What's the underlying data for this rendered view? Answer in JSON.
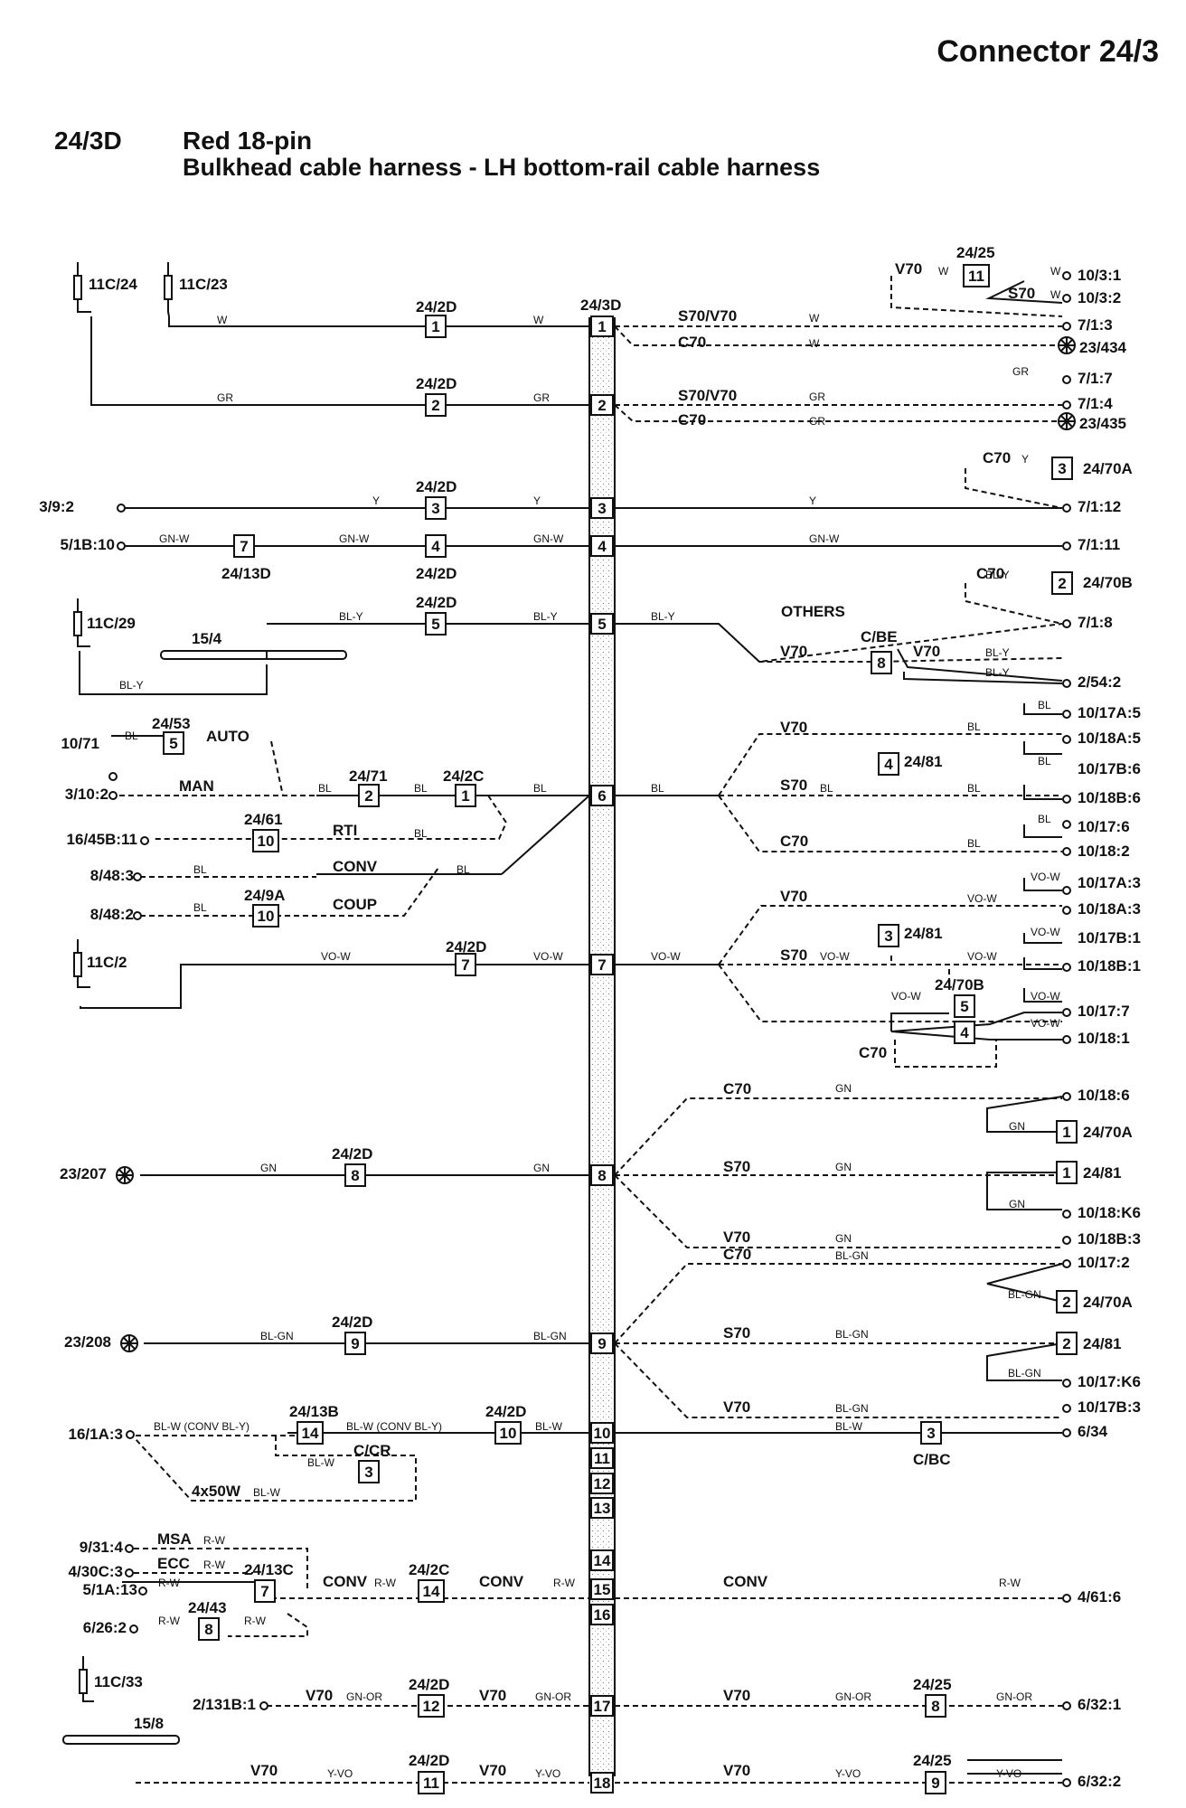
{
  "header": {
    "title": "Connector 24/3",
    "code": "24/3D",
    "name": "Red 18-pin",
    "description": "Bulkhead cable harness - LH bottom-rail cable harness"
  },
  "connector": {
    "label": "24/3D",
    "pins": [
      "1",
      "2",
      "3",
      "4",
      "5",
      "6",
      "7",
      "8",
      "9",
      "10",
      "11",
      "12",
      "13",
      "14",
      "15",
      "16",
      "17",
      "18"
    ]
  },
  "labels": {
    "fuse_11c24": "11C/24",
    "fuse_11c23": "11C/23",
    "fuse_11c29": "11C/29",
    "fuse_11c2": "11C/2",
    "fuse_11c33": "11C/33",
    "bar_15_4": "15/4",
    "bar_15_8": "15/8",
    "c_2424d": "24/2D",
    "c_2413d": "24/13D",
    "c_2471": "24/71",
    "c_242c": "24/2C",
    "c_2453": "24/53",
    "c_2461": "24/61",
    "c_249a": "24/9A",
    "c_2413b": "24/13B",
    "c_cbe": "C/BE",
    "c_ccr": "C/CR",
    "c_cbc": "C/BC",
    "c_2413c": "24/13C",
    "c_2443": "24/43",
    "c_2425": "24/25",
    "c_2470b": "24/70B",
    "c_2481": "24/81",
    "c_2470a": "24/70A",
    "l_39_2": "3/9:2",
    "l_51b_10": "5/1B:10",
    "l_10_71": "10/71",
    "l_3_10_2": "3/10:2",
    "l_16_45b_11": "16/45B:11",
    "l_8_48_3": "8/48:3",
    "l_8_48_2": "8/48:2",
    "l_23_207": "23/207",
    "l_23_208": "23/208",
    "l_16_1a_3": "16/1A:3",
    "l_9_31_4": "9/31:4",
    "l_4_30c_3": "4/30C:3",
    "l_5_1a_13": "5/1A:13",
    "l_6_26_2": "6/26:2",
    "l_2_131b_1": "2/131B:1",
    "r_10_3_1": "10/3:1",
    "r_10_3_2": "10/3:2",
    "r_7_1_3": "7/1:3",
    "r_23_434": "23/434",
    "r_7_1_7": "7/1:7",
    "r_7_1_4": "7/1:4",
    "r_23_435": "23/435",
    "r_7_1_12": "7/1:12",
    "r_7_1_11": "7/1:11",
    "r_7_1_8": "7/1:8",
    "r_2_54_2": "2/54:2",
    "r_10_17a_5": "10/17A:5",
    "r_10_18a_5": "10/18A:5",
    "r_10_17b_6": "10/17B:6",
    "r_10_18b_6": "10/18B:6",
    "r_10_17_6": "10/17:6",
    "r_10_18_2": "10/18:2",
    "r_10_17a_3": "10/17A:3",
    "r_10_18a_3": "10/18A:3",
    "r_10_17b_1": "10/17B:1",
    "r_10_18b_1": "10/18B:1",
    "r_10_17_7": "10/17:7",
    "r_10_18_1": "10/18:1",
    "r_10_18_6": "10/18:6",
    "r_10_18_k6": "10/18:K6",
    "r_10_18b_3": "10/18B:3",
    "r_10_17_2": "10/17:2",
    "r_10_17_k6": "10/17:K6",
    "r_10_17b_3": "10/17B:3",
    "r_6_34": "6/34",
    "r_4_61_6": "4/61:6",
    "r_6_32_1": "6/32:1",
    "r_6_32_2": "6/32:2",
    "v_s70v70": "S70/V70",
    "v_c70": "C70",
    "v_s70": "S70",
    "v_v70": "V70",
    "v_others": "OTHERS",
    "v_auto": "AUTO",
    "v_man": "MAN",
    "v_rti": "RTI",
    "v_conv": "CONV",
    "v_coup": "COUP",
    "v_msa": "MSA",
    "v_ecc": "ECC",
    "v_4x50w": "4x50W",
    "w_w": "W",
    "w_gr": "GR",
    "w_y": "Y",
    "w_gnw": "GN-W",
    "w_bly": "BL-Y",
    "w_bl": "BL",
    "w_vow": "VO-W",
    "w_gn": "GN",
    "w_blgn": "BL-GN",
    "w_blw": "BL-W",
    "w_blwconv": "BL-W (CONV BL-Y)",
    "w_rw": "R-W",
    "w_gnor": "GN-OR",
    "w_yvo": "Y-VO"
  }
}
